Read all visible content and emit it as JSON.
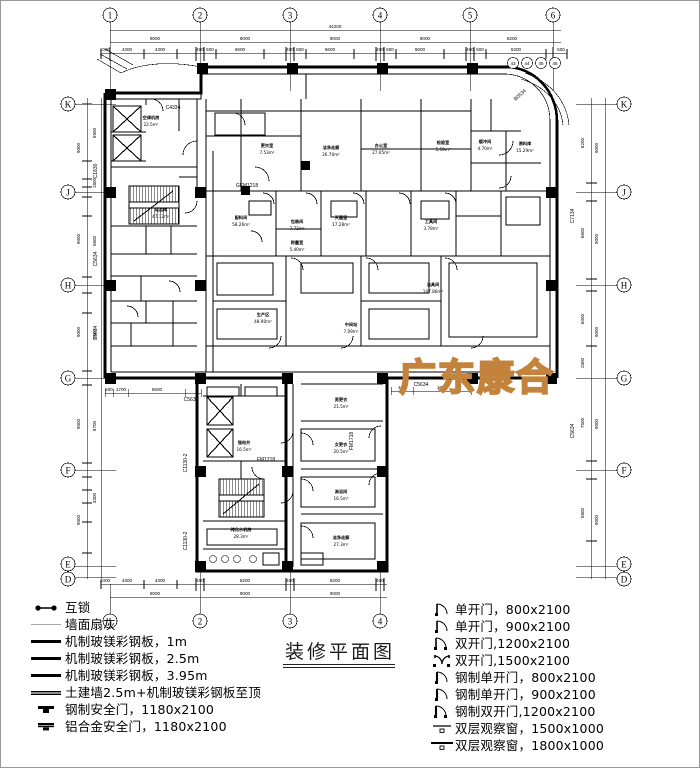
{
  "sheet": {
    "title": "装修平面图",
    "watermark": "广东康合",
    "bg": "#ffffff",
    "ink": "#000000",
    "watermark_color": "#c4833c",
    "grid_label_color": "#000000"
  },
  "grid": {
    "vertical_labels": [
      "1",
      "2",
      "3",
      "4",
      "5",
      "6"
    ],
    "horizontal_labels": [
      "K",
      "J",
      "H",
      "G",
      "F",
      "E",
      "D"
    ],
    "top_total": "44200",
    "top_bays": [
      "9000",
      "9000",
      "9000",
      "9000",
      "8200"
    ],
    "top_subdims": [
      "1000",
      "4300",
      "4300",
      "400",
      "600",
      "6600",
      "400",
      "600",
      "6600",
      "400",
      "600",
      "6600",
      "400",
      "600",
      "6200",
      "500"
    ],
    "bottom_bays": [
      "9000",
      "9000",
      "9000"
    ],
    "bottom_subdims": [
      "1000",
      "4300",
      "4300",
      "400",
      "8200",
      "400",
      "8200",
      "400"
    ],
    "left_bays": [
      "9000",
      "9000",
      "9000",
      "9000"
    ],
    "left_subdims": [
      "600",
      "5900",
      "750",
      "1800",
      "400",
      "750",
      "1300",
      "5600",
      "1300",
      "400",
      "1300",
      "5600",
      "400",
      "300",
      "8700",
      "600",
      "600",
      "1800",
      "1000",
      "1100",
      "3300",
      "100",
      "500",
      "400"
    ],
    "right_bays": [
      "9000",
      "9000",
      "9000",
      "9000"
    ],
    "right_subdims": [
      "6200",
      "1600",
      "6600",
      "6000",
      "2800",
      "7500",
      "1600",
      "5800",
      "2800",
      "100",
      "100"
    ],
    "circled_small": [
      "43",
      "44",
      "45",
      "46"
    ]
  },
  "legend_left": {
    "items": [
      {
        "symbol": "interlock-symbol",
        "label": "互锁"
      },
      {
        "symbol": "thin-gray-line",
        "label": "墙面扇灰"
      },
      {
        "symbol": "medium-line-1m",
        "label": "机制玻镁彩钢板，1m"
      },
      {
        "symbol": "medium-line-2p5m",
        "label": "机制玻镁彩钢板，2.5m"
      },
      {
        "symbol": "medium-line-3p95m",
        "label": "机制玻镁彩钢板，3.95m"
      },
      {
        "symbol": "masonry-wall-line",
        "label": "土建墙2.5m+机制玻镁彩钢板至顶"
      },
      {
        "symbol": "steel-safety-door",
        "label": "钢制安全门，1180x2100"
      },
      {
        "symbol": "aluminum-safety-door",
        "label": "铝合金安全门，1180x2100"
      }
    ]
  },
  "legend_right": {
    "items": [
      {
        "symbol": "single-door-arc",
        "label": "单开门，800x2100"
      },
      {
        "symbol": "single-door-arc",
        "label": "单开门，900x2100"
      },
      {
        "symbol": "double-door-arc",
        "label": "双开门,1200x2100"
      },
      {
        "symbol": "double-door-wide-arc",
        "label": "双开门,1500x2100"
      },
      {
        "symbol": "steel-single-door-arc",
        "label": "钢制单开门，800x2100"
      },
      {
        "symbol": "steel-single-door-arc",
        "label": "钢制单开门，900x2100"
      },
      {
        "symbol": "steel-double-door-arc",
        "label": "钢制双开门,1200x2100"
      },
      {
        "symbol": "observation-window",
        "label": "双层观察窗，1500x1000"
      },
      {
        "symbol": "observation-window-wide",
        "label": "双层观察窗，1800x1000"
      }
    ]
  },
  "plan": {
    "section_tags": [
      "C4334",
      "C1830",
      "C5634",
      "C5634",
      "C5634",
      "C5634",
      "C2634",
      "C1130-2",
      "C1130-2",
      "C7134",
      "C5634",
      "C5634",
      "B0534"
    ],
    "door_tags": [
      "GFM1218",
      "GFM1218",
      "FM1218",
      "FM1218",
      "FM1718"
    ],
    "rooms": [
      {
        "name": "办公室",
        "area": "27.05m²"
      },
      {
        "name": "更衣室",
        "area": "7.53m²"
      },
      {
        "name": "洁净走廊",
        "area": "26.70m²"
      },
      {
        "name": "检验室",
        "area": "5.59m²"
      },
      {
        "name": "缓冲间",
        "area": "4.70m²"
      },
      {
        "name": "原料库",
        "area": "15.29m²"
      },
      {
        "name": "配料间",
        "area": "58.26m²"
      },
      {
        "name": "包装间",
        "area": "7.72m²"
      },
      {
        "name": "灭菌室",
        "area": "17.28m²"
      },
      {
        "name": "称量室",
        "area": "5.40m²"
      },
      {
        "name": "工具间",
        "area": "3.78m²"
      },
      {
        "name": "洁具间",
        "area": "107.86m²"
      },
      {
        "name": "生产区",
        "area": "48.90m²"
      },
      {
        "name": "中间站",
        "area": "7.09m²"
      },
      {
        "name": "成品库",
        "area": "47.12m²"
      },
      {
        "name": "男更衣",
        "area": "21.5m²"
      },
      {
        "name": "女更衣",
        "area": "20.5m²"
      },
      {
        "name": "淋浴间",
        "area": "16.5m²"
      },
      {
        "name": "洁净走廊",
        "area": "27.3m²"
      },
      {
        "name": "强电井",
        "area": "16.5m²"
      },
      {
        "name": "纯化水机房",
        "area": "28.3m²"
      },
      {
        "name": "空调机房",
        "area": "22.5m²"
      }
    ],
    "inner_dims": [
      "500",
      "1700",
      "5600",
      "1200",
      "1800",
      "3000",
      "9500",
      "1350",
      "2700",
      "2750",
      "1500",
      "4300",
      "4000",
      "1600",
      "1500",
      "2000"
    ]
  }
}
